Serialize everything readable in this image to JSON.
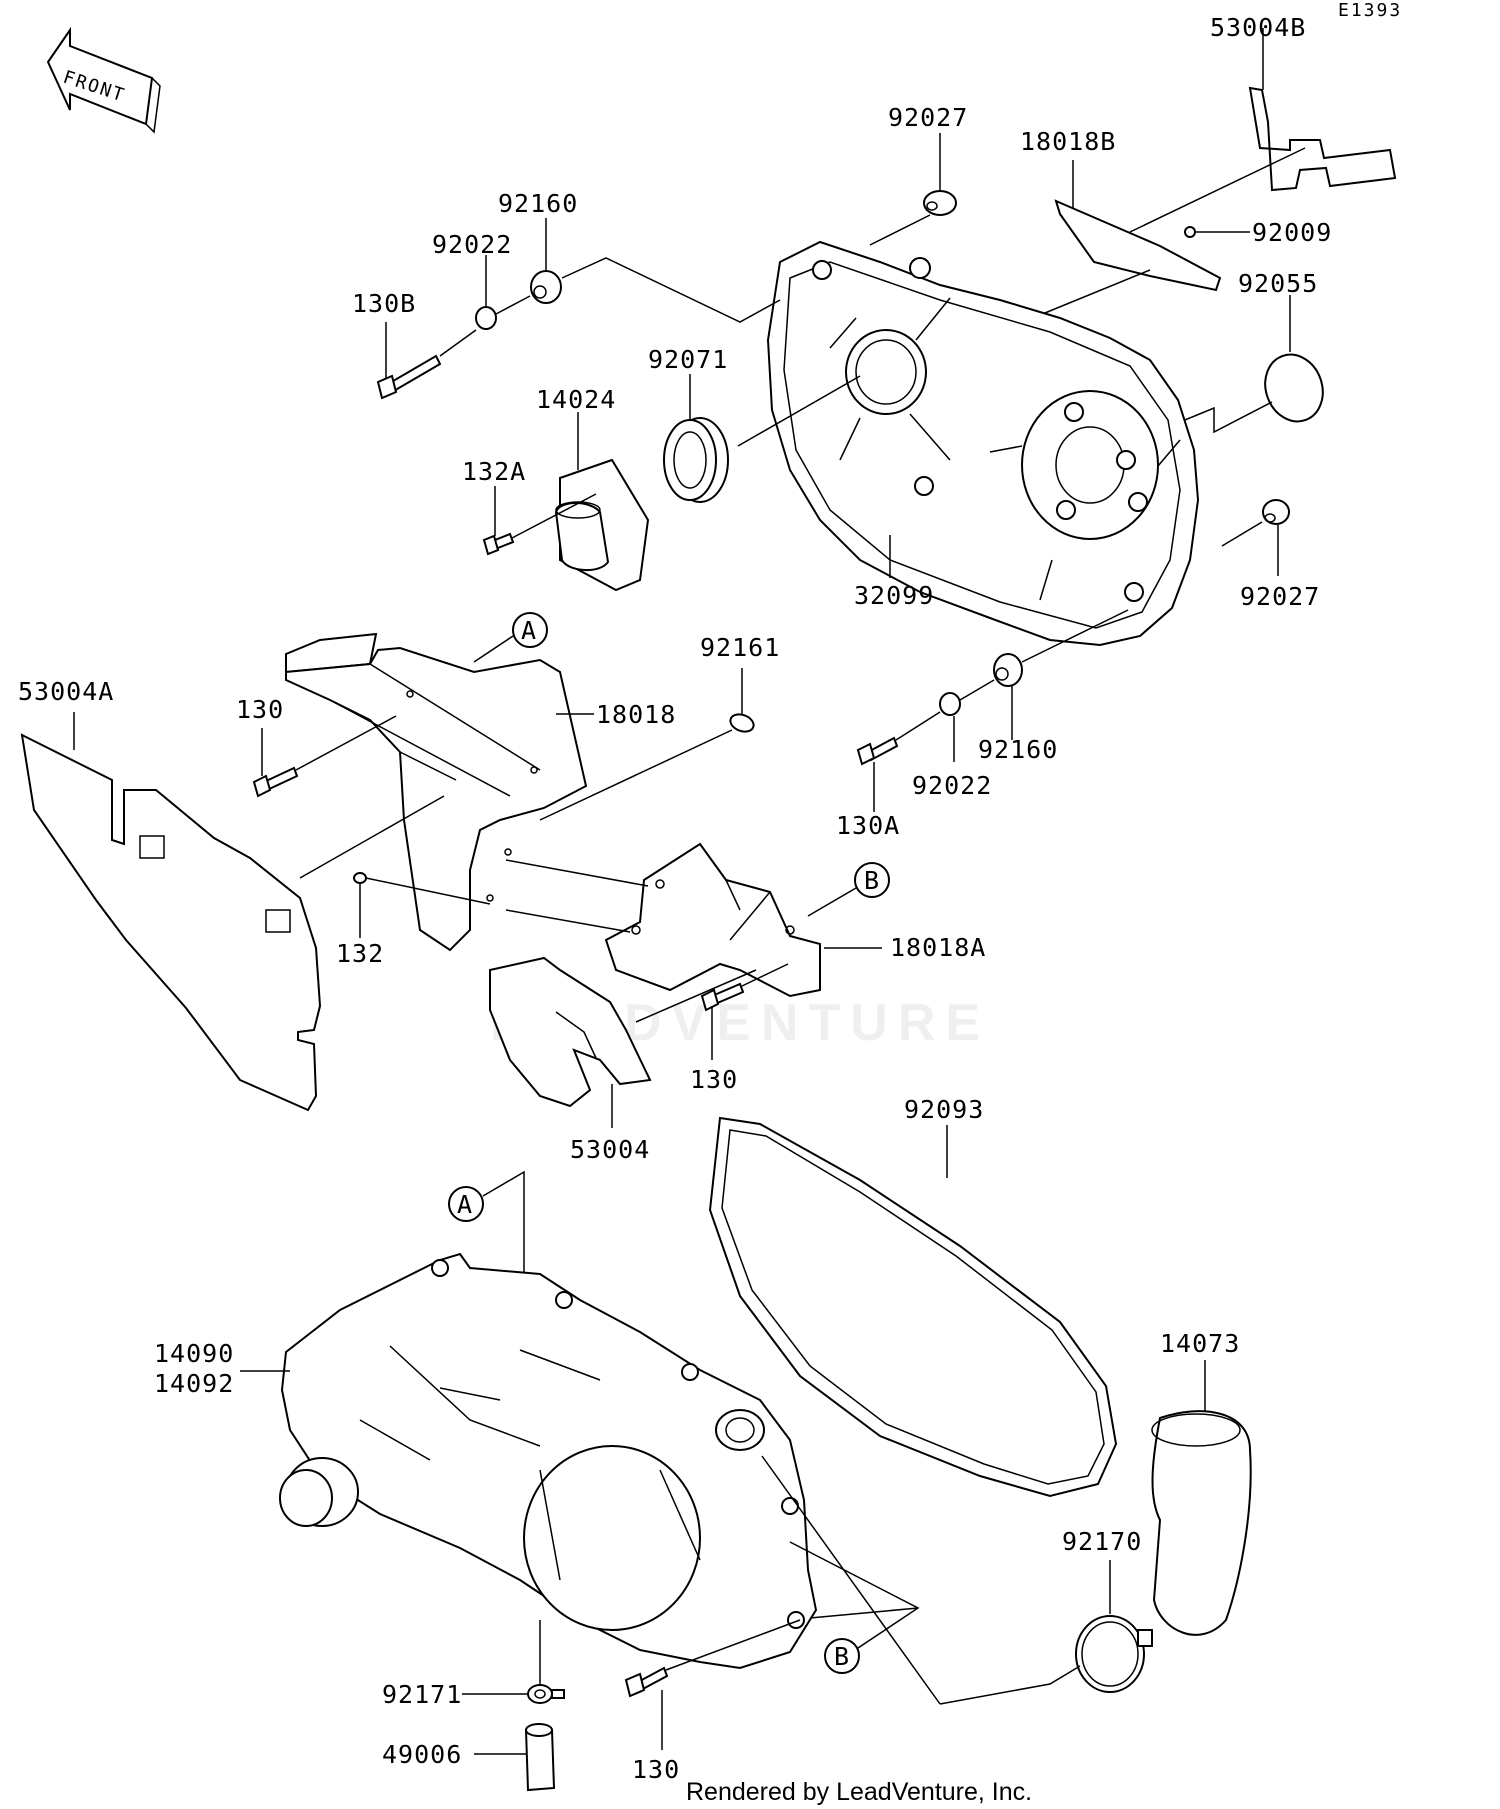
{
  "diagram_code": "E1393",
  "front_label": "FRONT",
  "watermark": "LEADVENTURE",
  "credit": "Rendered by LeadVenture, Inc.",
  "ref_markers": {
    "a": "A",
    "b": "B"
  },
  "parts": {
    "p53004B": "53004B",
    "p92027_top": "92027",
    "p18018B": "18018B",
    "p92009": "92009",
    "p92055": "92055",
    "p92160_top": "92160",
    "p92022_top": "92022",
    "p130B": "130B",
    "p92071": "92071",
    "p14024": "14024",
    "p132A": "132A",
    "p32099": "32099",
    "p92027_right": "92027",
    "p92161": "92161",
    "p53004A": "53004A",
    "p130_left": "130",
    "p18018": "18018",
    "p92160_mid": "92160",
    "p92022_mid": "92022",
    "p130A": "130A",
    "p132": "132",
    "p18018A": "18018A",
    "p130_mid": "130",
    "p53004": "53004",
    "p92093": "92093",
    "p14090": "14090",
    "p14092": "14092",
    "p14073": "14073",
    "p92170": "92170",
    "p92171": "92171",
    "p49006": "49006",
    "p130_bottom": "130"
  }
}
